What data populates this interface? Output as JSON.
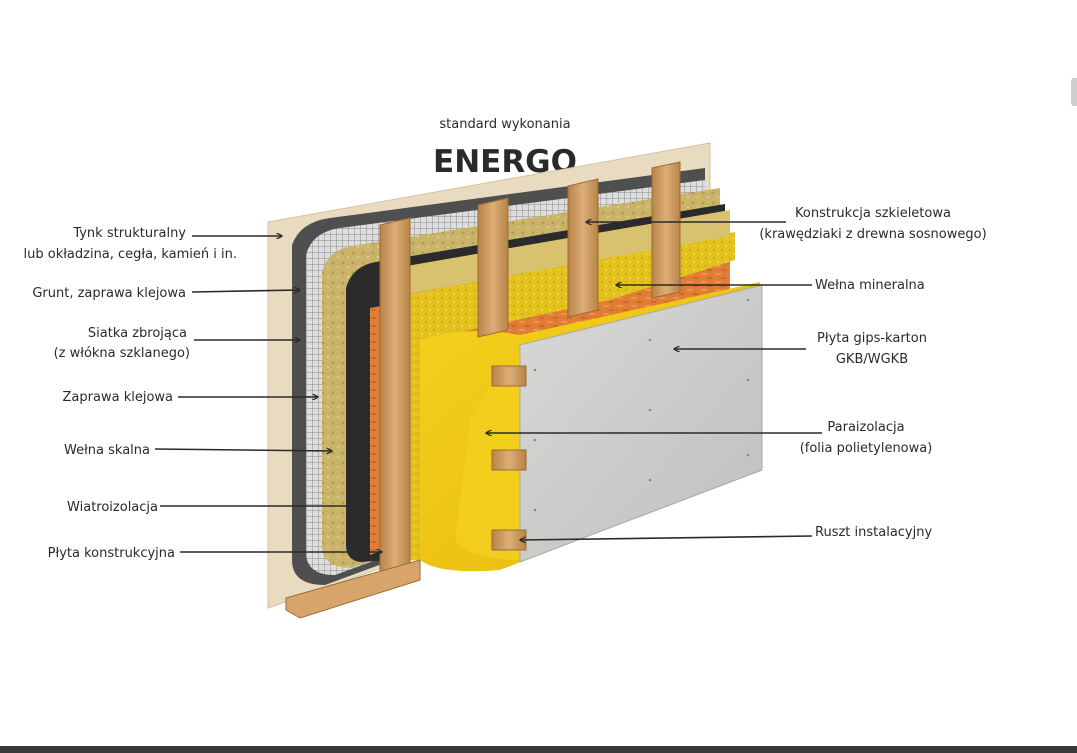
{
  "header": {
    "subtitle": "standard wykonania",
    "title": "ENERGO"
  },
  "labels_left": [
    {
      "id": "tynk",
      "lines": [
        "Tynk strukturalny",
        "lub okładzina, cegła, kamień i in."
      ]
    },
    {
      "id": "grunt",
      "lines": [
        "Grunt, zaprawa klejowa"
      ]
    },
    {
      "id": "siatka",
      "lines": [
        "Siatka zbrojąca",
        "(z włókna szklanego)"
      ]
    },
    {
      "id": "zaprawa",
      "lines": [
        "Zaprawa klejowa"
      ]
    },
    {
      "id": "welna-skalna",
      "lines": [
        "Wełna skalna"
      ]
    },
    {
      "id": "wiatroizolacja",
      "lines": [
        "Wiatroizolacja"
      ]
    },
    {
      "id": "plyta-konstrukcyjna",
      "lines": [
        "Płyta konstrukcyjna"
      ]
    }
  ],
  "labels_right": [
    {
      "id": "konstrukcja",
      "lines": [
        "Konstrukcja szkieletowa",
        "(krawędziaki z drewna sosnowego)"
      ]
    },
    {
      "id": "welna-mineralna",
      "lines": [
        "Wełna mineralna"
      ]
    },
    {
      "id": "plyta-gk",
      "lines": [
        "Płyta gips-karton",
        "GKB/WGKB"
      ]
    },
    {
      "id": "paraizolacja",
      "lines": [
        "Paraizolacja",
        "(folia polietylenowa)"
      ]
    },
    {
      "id": "ruszt",
      "lines": [
        "Ruszt instalacyjny"
      ]
    }
  ],
  "colors": {
    "plaster": "#e8d9bd",
    "primer": "#555555",
    "mesh": "#dcdcdc",
    "rock_wool": "#c9b46a",
    "membrane": "#2b2b2b",
    "osb": "#e07c35",
    "mineral_wool": "#e3c21d",
    "vapor_foil": "#f0c814",
    "drywall": "#cfcfcd",
    "timber": "#cf9c62"
  }
}
